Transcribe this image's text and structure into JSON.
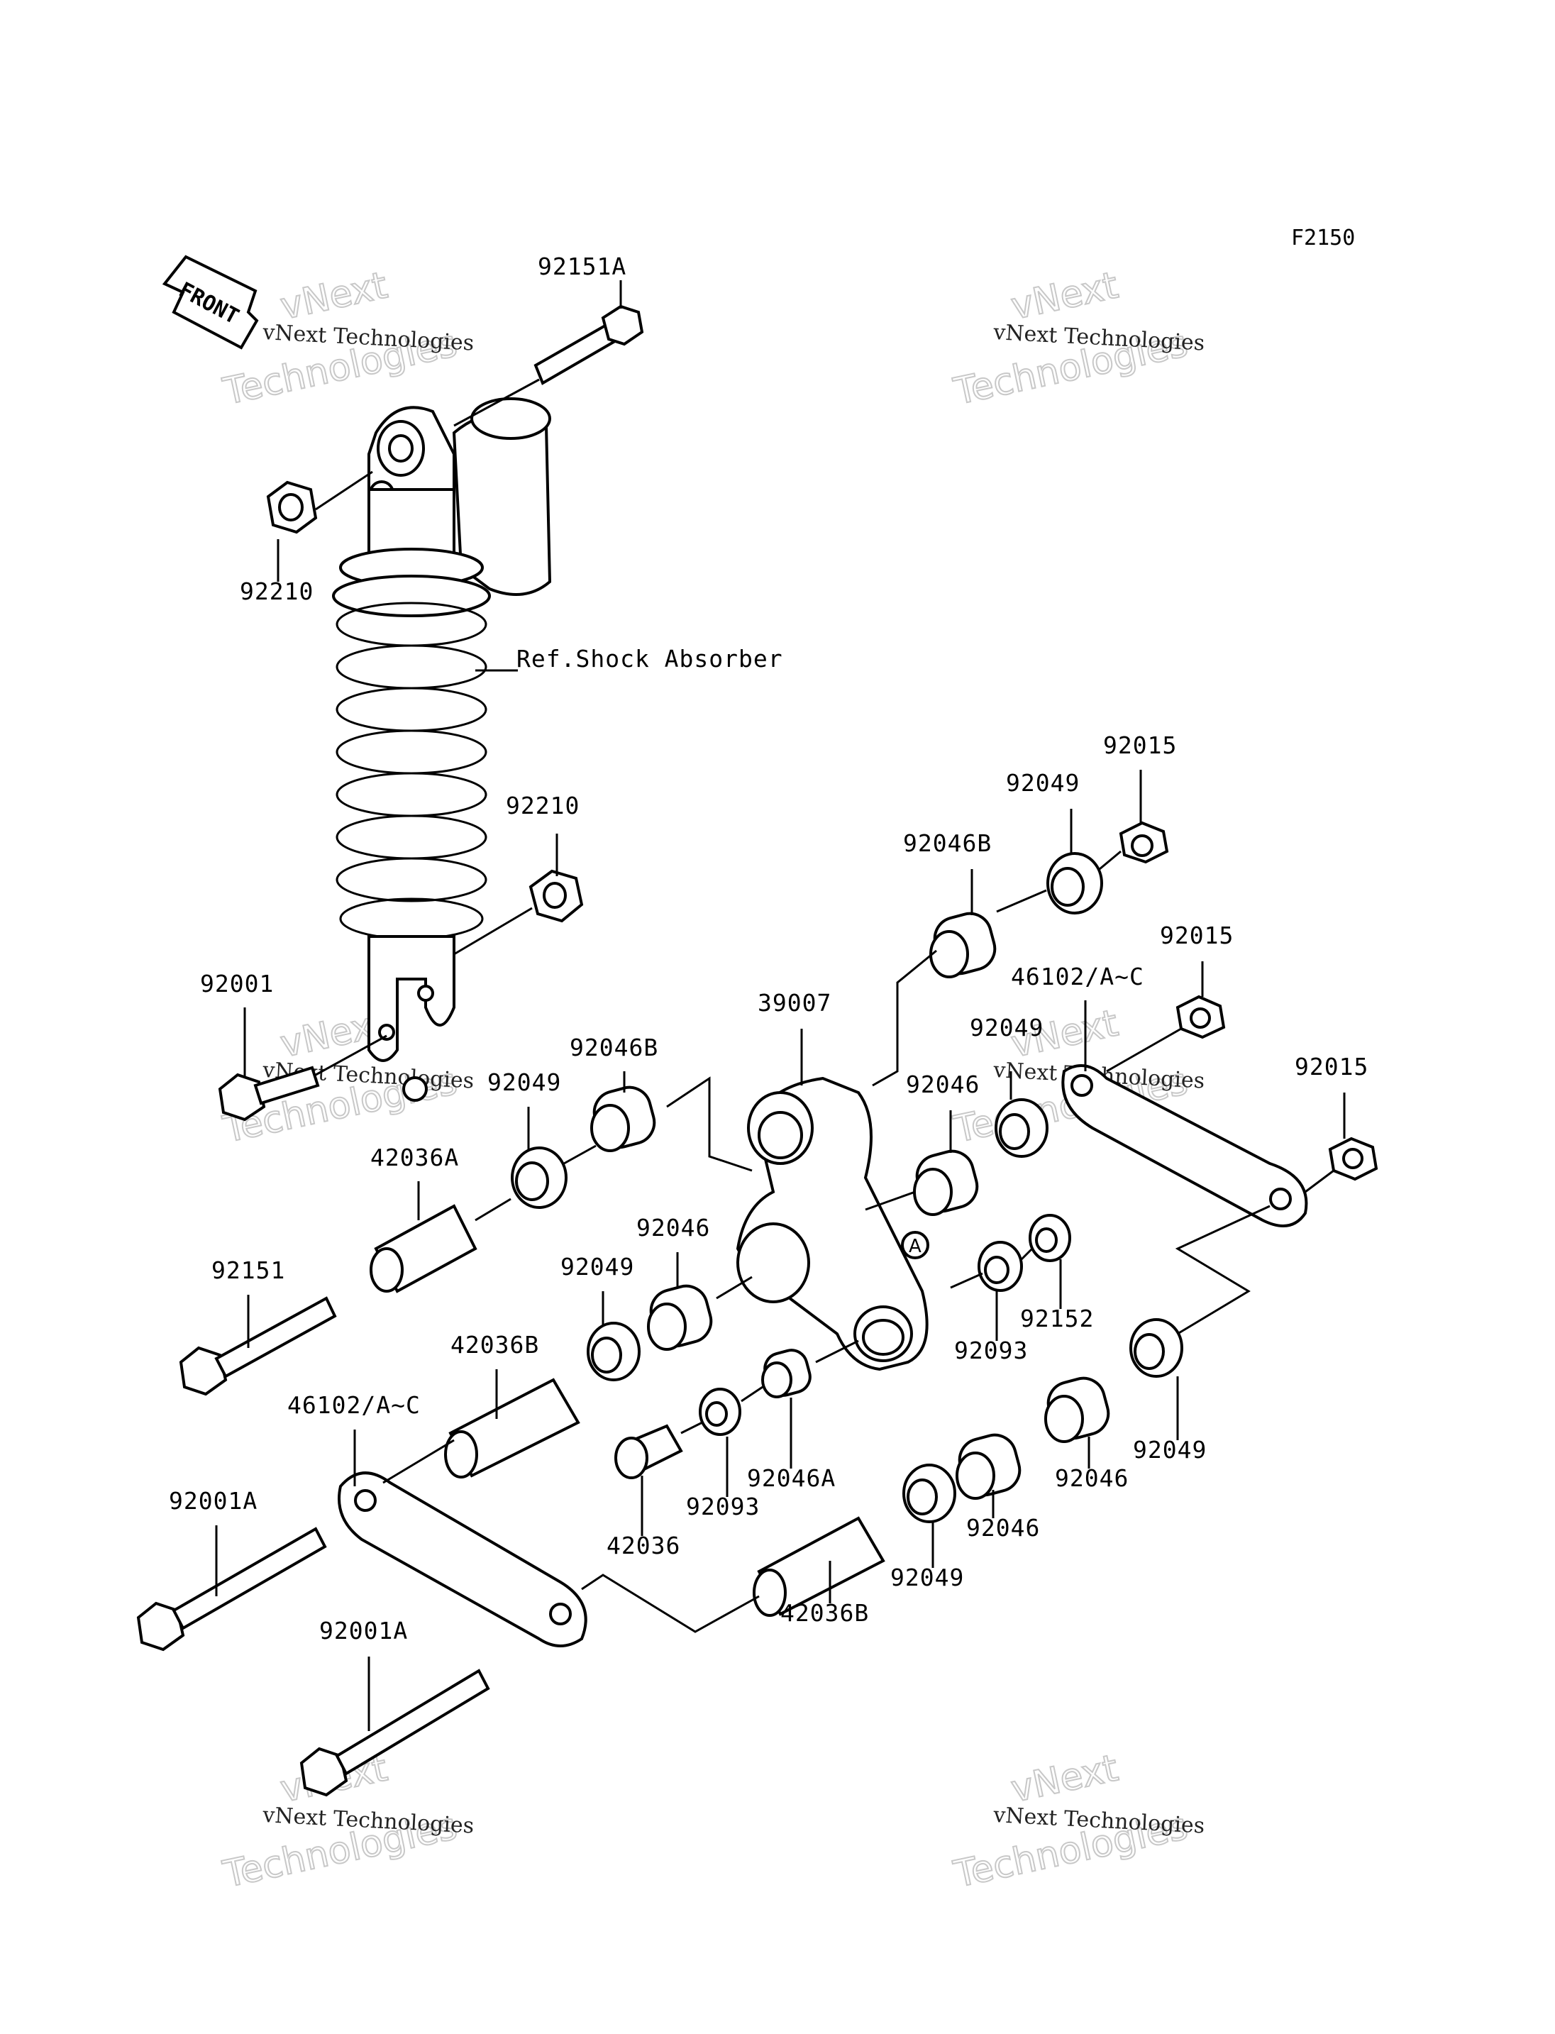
{
  "diagram_code": "F2150",
  "front_label": "FRONT",
  "reference_label": "Ref.Shock Absorber",
  "marker_a": "A",
  "watermark": {
    "line1": "vNext Technologies",
    "line2": "vNext",
    "line3": "Technologies"
  },
  "part_labels": [
    {
      "id": "p1",
      "text": "92151A"
    },
    {
      "id": "p2",
      "text": "92210"
    },
    {
      "id": "p3",
      "text": "92210"
    },
    {
      "id": "p4",
      "text": "92001"
    },
    {
      "id": "p5",
      "text": "92015"
    },
    {
      "id": "p6",
      "text": "92049"
    },
    {
      "id": "p7",
      "text": "92046B"
    },
    {
      "id": "p8",
      "text": "92015"
    },
    {
      "id": "p9",
      "text": "46102/A~C"
    },
    {
      "id": "p10",
      "text": "39007"
    },
    {
      "id": "p11",
      "text": "92049"
    },
    {
      "id": "p12",
      "text": "92015"
    },
    {
      "id": "p13",
      "text": "92046B"
    },
    {
      "id": "p14",
      "text": "92046"
    },
    {
      "id": "p15",
      "text": "92049"
    },
    {
      "id": "p16",
      "text": "42036A"
    },
    {
      "id": "p17",
      "text": "92046"
    },
    {
      "id": "p18",
      "text": "92151"
    },
    {
      "id": "p19",
      "text": "92049"
    },
    {
      "id": "p20",
      "text": "92152"
    },
    {
      "id": "p21",
      "text": "92093"
    },
    {
      "id": "p22",
      "text": "42036B"
    },
    {
      "id": "p23",
      "text": "46102/A~C"
    },
    {
      "id": "p24",
      "text": "92046A"
    },
    {
      "id": "p25",
      "text": "92049"
    },
    {
      "id": "p26",
      "text": "92093"
    },
    {
      "id": "p27",
      "text": "92046"
    },
    {
      "id": "p28",
      "text": "92001A"
    },
    {
      "id": "p29",
      "text": "42036"
    },
    {
      "id": "p30",
      "text": "92046"
    },
    {
      "id": "p31",
      "text": "92049"
    },
    {
      "id": "p32",
      "text": "92001A"
    },
    {
      "id": "p33",
      "text": "42036B"
    }
  ]
}
